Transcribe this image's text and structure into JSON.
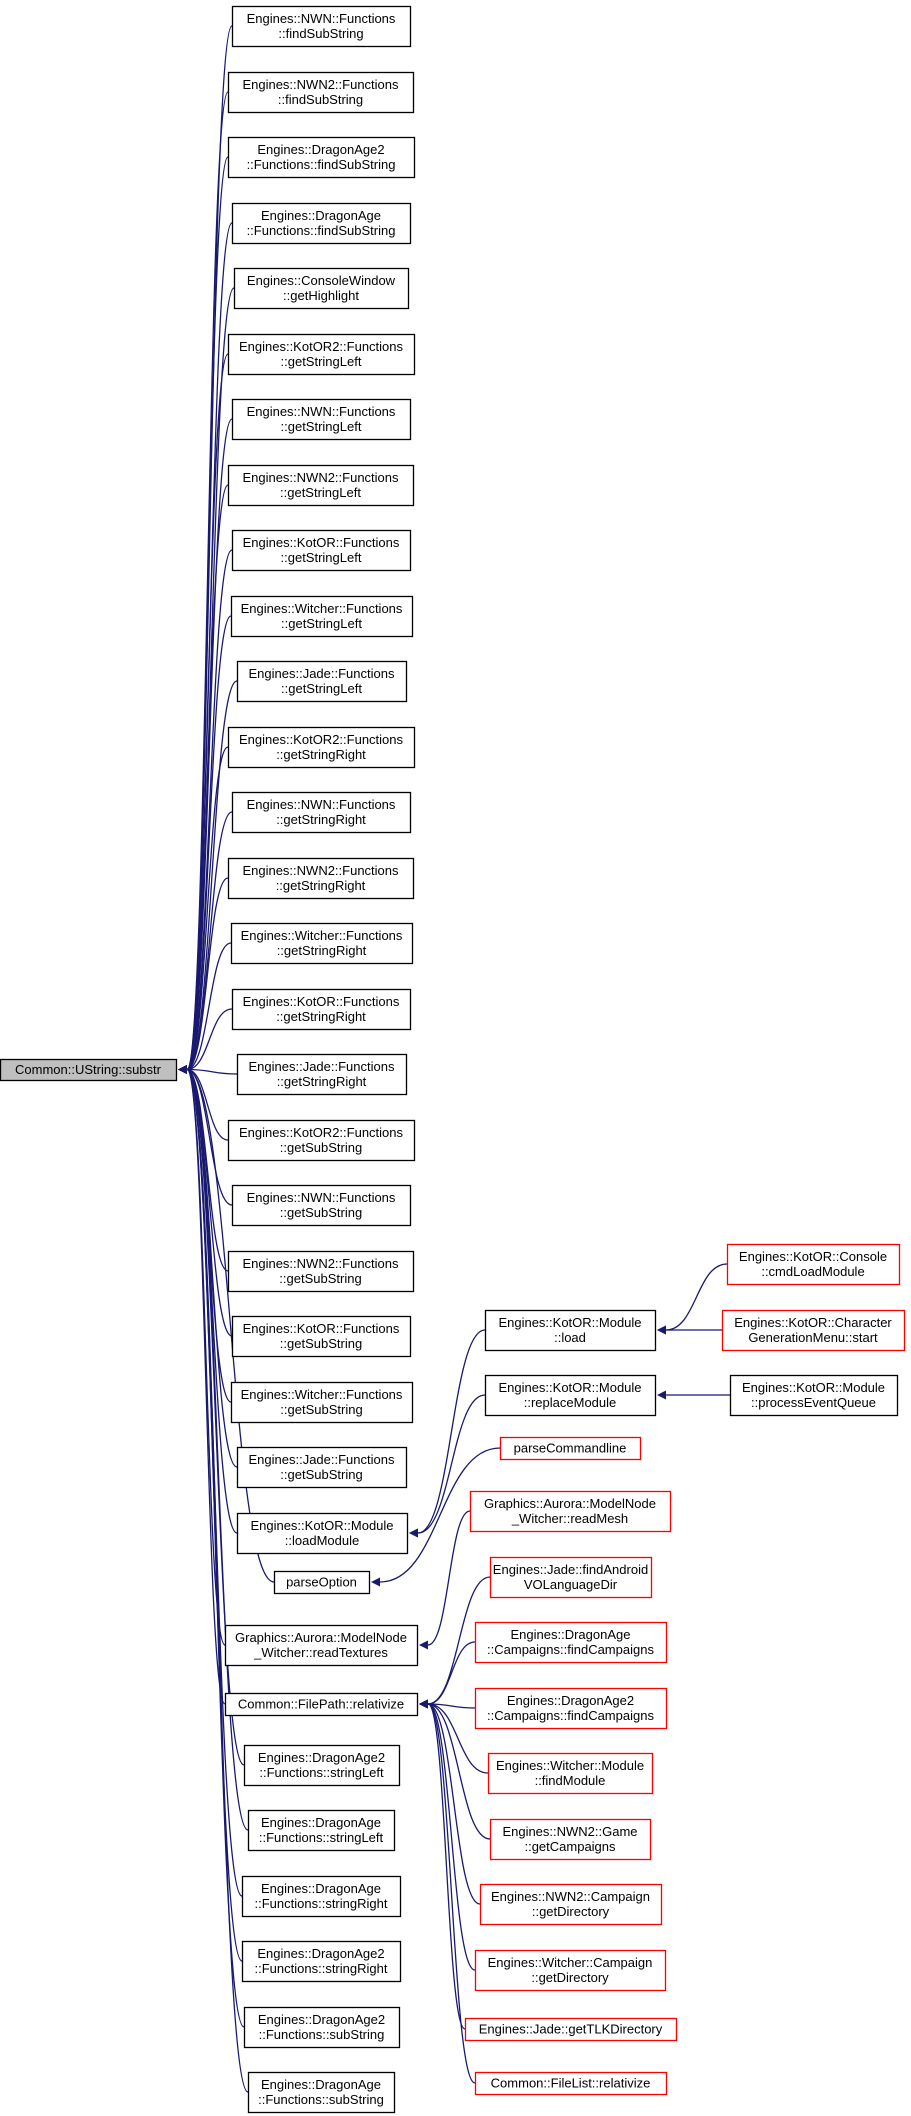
{
  "colors": {
    "edge": "#191970",
    "box_normal": "#000000",
    "box_truncated": "#ff0000",
    "root_fill": "#bfbfbf",
    "text": "#000000"
  },
  "nodes": [
    {
      "id": "root",
      "lines": [
        "Common::UString::substr"
      ],
      "style": "root"
    },
    {
      "id": "nwn_findSubString",
      "lines": [
        "Engines::NWN::Functions",
        "::findSubString"
      ]
    },
    {
      "id": "nwn2_findSubString",
      "lines": [
        "Engines::NWN2::Functions",
        "::findSubString"
      ]
    },
    {
      "id": "da2_findSubString",
      "lines": [
        "Engines::DragonAge2",
        "::Functions::findSubString"
      ]
    },
    {
      "id": "da_findSubString",
      "lines": [
        "Engines::DragonAge",
        "::Functions::findSubString"
      ]
    },
    {
      "id": "console_getHighlight",
      "lines": [
        "Engines::ConsoleWindow",
        "::getHighlight"
      ]
    },
    {
      "id": "kotor2_getStringLeft",
      "lines": [
        "Engines::KotOR2::Functions",
        "::getStringLeft"
      ]
    },
    {
      "id": "nwn_getStringLeft",
      "lines": [
        "Engines::NWN::Functions",
        "::getStringLeft"
      ]
    },
    {
      "id": "nwn2_getStringLeft",
      "lines": [
        "Engines::NWN2::Functions",
        "::getStringLeft"
      ]
    },
    {
      "id": "kotor_getStringLeft",
      "lines": [
        "Engines::KotOR::Functions",
        "::getStringLeft"
      ]
    },
    {
      "id": "witcher_getStringLeft",
      "lines": [
        "Engines::Witcher::Functions",
        "::getStringLeft"
      ]
    },
    {
      "id": "jade_getStringLeft",
      "lines": [
        "Engines::Jade::Functions",
        "::getStringLeft"
      ]
    },
    {
      "id": "kotor2_getStringRight",
      "lines": [
        "Engines::KotOR2::Functions",
        "::getStringRight"
      ]
    },
    {
      "id": "nwn_getStringRight",
      "lines": [
        "Engines::NWN::Functions",
        "::getStringRight"
      ]
    },
    {
      "id": "nwn2_getStringRight",
      "lines": [
        "Engines::NWN2::Functions",
        "::getStringRight"
      ]
    },
    {
      "id": "witcher_getStringRight",
      "lines": [
        "Engines::Witcher::Functions",
        "::getStringRight"
      ]
    },
    {
      "id": "kotor_getStringRight",
      "lines": [
        "Engines::KotOR::Functions",
        "::getStringRight"
      ]
    },
    {
      "id": "jade_getStringRight",
      "lines": [
        "Engines::Jade::Functions",
        "::getStringRight"
      ]
    },
    {
      "id": "kotor2_getSubString",
      "lines": [
        "Engines::KotOR2::Functions",
        "::getSubString"
      ]
    },
    {
      "id": "nwn_getSubString",
      "lines": [
        "Engines::NWN::Functions",
        "::getSubString"
      ]
    },
    {
      "id": "nwn2_getSubString",
      "lines": [
        "Engines::NWN2::Functions",
        "::getSubString"
      ]
    },
    {
      "id": "kotor_getSubString",
      "lines": [
        "Engines::KotOR::Functions",
        "::getSubString"
      ]
    },
    {
      "id": "witcher_getSubString",
      "lines": [
        "Engines::Witcher::Functions",
        "::getSubString"
      ]
    },
    {
      "id": "jade_getSubString",
      "lines": [
        "Engines::Jade::Functions",
        "::getSubString"
      ]
    },
    {
      "id": "kotor_loadModule",
      "lines": [
        "Engines::KotOR::Module",
        "::loadModule"
      ]
    },
    {
      "id": "parseOption",
      "lines": [
        "parseOption"
      ]
    },
    {
      "id": "witcher_readTextures",
      "lines": [
        "Graphics::Aurora::ModelNode",
        "_Witcher::readTextures"
      ]
    },
    {
      "id": "filepath_relativize",
      "lines": [
        "Common::FilePath::relativize"
      ]
    },
    {
      "id": "da2_stringLeft",
      "lines": [
        "Engines::DragonAge2",
        "::Functions::stringLeft"
      ]
    },
    {
      "id": "da_stringLeft",
      "lines": [
        "Engines::DragonAge",
        "::Functions::stringLeft"
      ]
    },
    {
      "id": "da_stringRight",
      "lines": [
        "Engines::DragonAge",
        "::Functions::stringRight"
      ]
    },
    {
      "id": "da2_stringRight",
      "lines": [
        "Engines::DragonAge2",
        "::Functions::stringRight"
      ]
    },
    {
      "id": "da2_subString",
      "lines": [
        "Engines::DragonAge2",
        "::Functions::subString"
      ]
    },
    {
      "id": "da_subString",
      "lines": [
        "Engines::DragonAge",
        "::Functions::subString"
      ]
    },
    {
      "id": "kotor_load",
      "lines": [
        "Engines::KotOR::Module",
        "::load"
      ]
    },
    {
      "id": "kotor_replaceModule",
      "lines": [
        "Engines::KotOR::Module",
        "::replaceModule"
      ]
    },
    {
      "id": "kotor_cmdLoadModule",
      "lines": [
        "Engines::KotOR::Console",
        "::cmdLoadModule"
      ],
      "style": "truncated"
    },
    {
      "id": "kotor_chargen_start",
      "lines": [
        "Engines::KotOR::Character",
        "GenerationMenu::start"
      ],
      "style": "truncated"
    },
    {
      "id": "kotor_processEventQueue",
      "lines": [
        "Engines::KotOR::Module",
        "::processEventQueue"
      ]
    },
    {
      "id": "parseCommandline",
      "lines": [
        "parseCommandline"
      ],
      "style": "truncated"
    },
    {
      "id": "witcher_readMesh",
      "lines": [
        "Graphics::Aurora::ModelNode",
        "_Witcher::readMesh"
      ],
      "style": "truncated"
    },
    {
      "id": "jade_findAndroid",
      "lines": [
        "Engines::Jade::findAndroid",
        "VOLanguageDir"
      ],
      "style": "truncated"
    },
    {
      "id": "da_findCampaigns",
      "lines": [
        "Engines::DragonAge",
        "::Campaigns::findCampaigns"
      ],
      "style": "truncated"
    },
    {
      "id": "da2_findCampaigns",
      "lines": [
        "Engines::DragonAge2",
        "::Campaigns::findCampaigns"
      ],
      "style": "truncated"
    },
    {
      "id": "witcher_findModule",
      "lines": [
        "Engines::Witcher::Module",
        "::findModule"
      ],
      "style": "truncated"
    },
    {
      "id": "nwn2_getCampaigns",
      "lines": [
        "Engines::NWN2::Game",
        "::getCampaigns"
      ],
      "style": "truncated"
    },
    {
      "id": "nwn2_getDirectory",
      "lines": [
        "Engines::NWN2::Campaign",
        "::getDirectory"
      ],
      "style": "truncated"
    },
    {
      "id": "witcher_getDirectory",
      "lines": [
        "Engines::Witcher::Campaign",
        "::getDirectory"
      ],
      "style": "truncated"
    },
    {
      "id": "jade_getTLKDirectory",
      "lines": [
        "Engines::Jade::getTLKDirectory"
      ],
      "style": "truncated"
    },
    {
      "id": "filelist_relativize",
      "lines": [
        "Common::FileList::relativize"
      ],
      "style": "truncated"
    }
  ],
  "edges": [
    {
      "from": "nwn_findSubString",
      "to": "root"
    },
    {
      "from": "nwn2_findSubString",
      "to": "root"
    },
    {
      "from": "da2_findSubString",
      "to": "root"
    },
    {
      "from": "da_findSubString",
      "to": "root"
    },
    {
      "from": "console_getHighlight",
      "to": "root"
    },
    {
      "from": "kotor2_getStringLeft",
      "to": "root"
    },
    {
      "from": "nwn_getStringLeft",
      "to": "root"
    },
    {
      "from": "nwn2_getStringLeft",
      "to": "root"
    },
    {
      "from": "kotor_getStringLeft",
      "to": "root"
    },
    {
      "from": "witcher_getStringLeft",
      "to": "root"
    },
    {
      "from": "jade_getStringLeft",
      "to": "root"
    },
    {
      "from": "kotor2_getStringRight",
      "to": "root"
    },
    {
      "from": "nwn_getStringRight",
      "to": "root"
    },
    {
      "from": "nwn2_getStringRight",
      "to": "root"
    },
    {
      "from": "witcher_getStringRight",
      "to": "root"
    },
    {
      "from": "kotor_getStringRight",
      "to": "root"
    },
    {
      "from": "jade_getStringRight",
      "to": "root"
    },
    {
      "from": "kotor2_getSubString",
      "to": "root"
    },
    {
      "from": "nwn_getSubString",
      "to": "root"
    },
    {
      "from": "nwn2_getSubString",
      "to": "root"
    },
    {
      "from": "kotor_getSubString",
      "to": "root"
    },
    {
      "from": "witcher_getSubString",
      "to": "root"
    },
    {
      "from": "jade_getSubString",
      "to": "root"
    },
    {
      "from": "kotor_loadModule",
      "to": "root"
    },
    {
      "from": "parseOption",
      "to": "root"
    },
    {
      "from": "witcher_readTextures",
      "to": "root"
    },
    {
      "from": "filepath_relativize",
      "to": "root"
    },
    {
      "from": "da2_stringLeft",
      "to": "root"
    },
    {
      "from": "da_stringLeft",
      "to": "root"
    },
    {
      "from": "da_stringRight",
      "to": "root"
    },
    {
      "from": "da2_stringRight",
      "to": "root"
    },
    {
      "from": "da2_subString",
      "to": "root"
    },
    {
      "from": "da_subString",
      "to": "root"
    },
    {
      "from": "kotor_load",
      "to": "kotor_loadModule"
    },
    {
      "from": "kotor_replaceModule",
      "to": "kotor_loadModule"
    },
    {
      "from": "kotor_cmdLoadModule",
      "to": "kotor_load"
    },
    {
      "from": "kotor_chargen_start",
      "to": "kotor_load"
    },
    {
      "from": "kotor_processEventQueue",
      "to": "kotor_replaceModule"
    },
    {
      "from": "parseCommandline",
      "to": "parseOption"
    },
    {
      "from": "witcher_readMesh",
      "to": "witcher_readTextures"
    },
    {
      "from": "jade_findAndroid",
      "to": "filepath_relativize"
    },
    {
      "from": "da_findCampaigns",
      "to": "filepath_relativize"
    },
    {
      "from": "da2_findCampaigns",
      "to": "filepath_relativize"
    },
    {
      "from": "witcher_findModule",
      "to": "filepath_relativize"
    },
    {
      "from": "nwn2_getCampaigns",
      "to": "filepath_relativize"
    },
    {
      "from": "nwn2_getDirectory",
      "to": "filepath_relativize"
    },
    {
      "from": "witcher_getDirectory",
      "to": "filepath_relativize"
    },
    {
      "from": "jade_getTLKDirectory",
      "to": "filepath_relativize"
    },
    {
      "from": "filelist_relativize",
      "to": "filepath_relativize"
    }
  ]
}
